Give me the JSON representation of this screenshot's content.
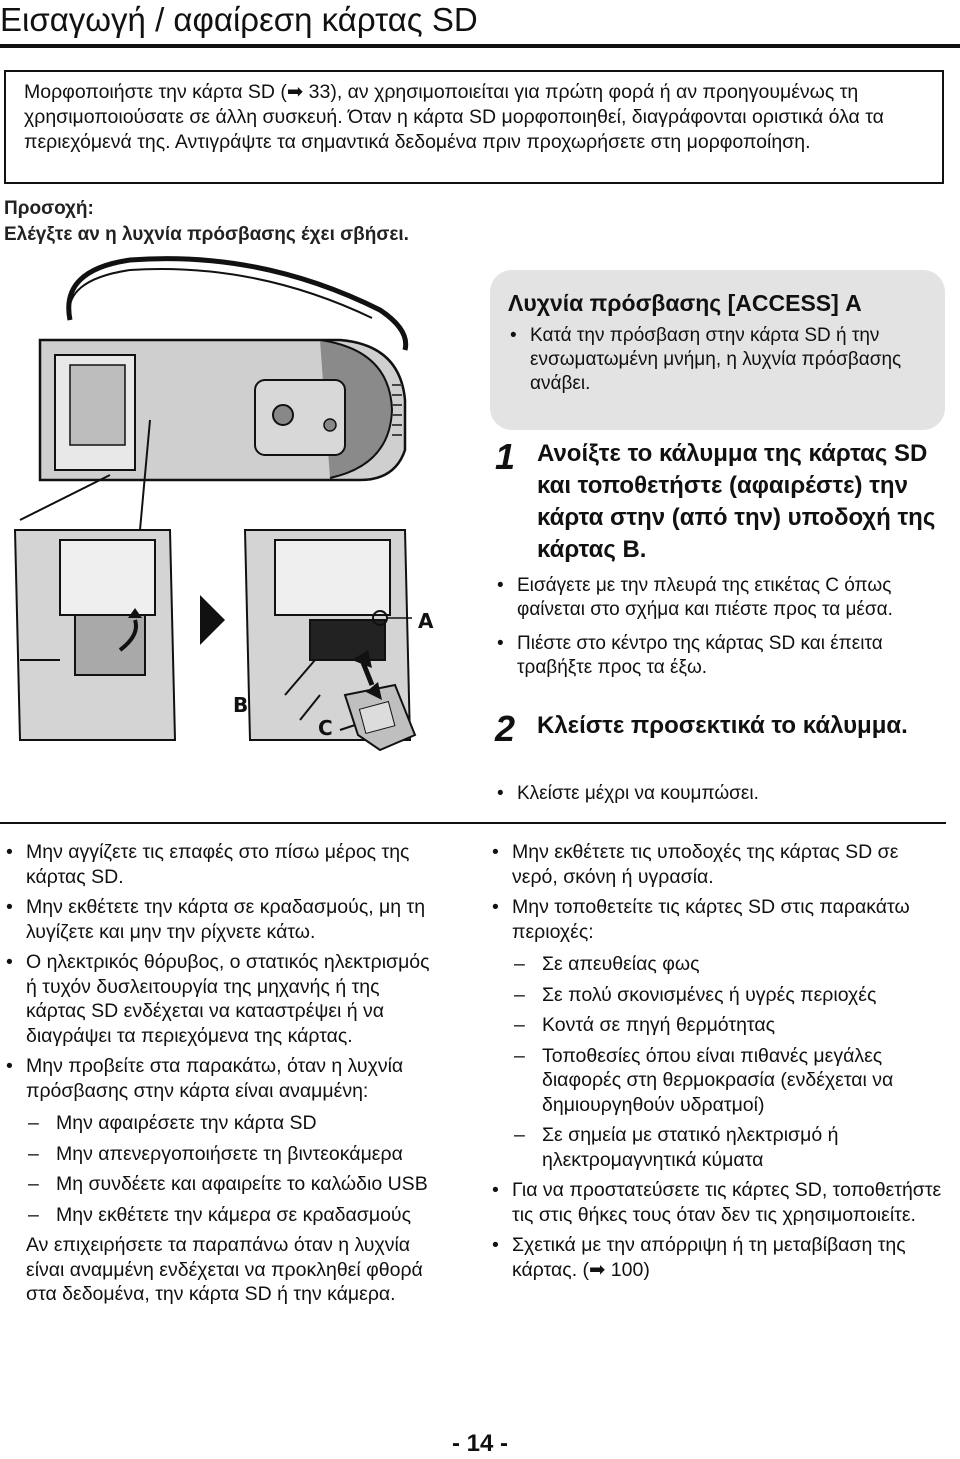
{
  "title": "Εισαγωγή / αφαίρεση κάρτας SD",
  "notice": "Μορφοποιήστε την κάρτα SD (➡ 33), αν χρησιμοποιείται για πρώτη φορά ή αν προηγουμένως τη χρησιμοποιούσατε σε άλλη συσκευή. Όταν η κάρτα SD μορφοποιηθεί, διαγράφονται οριστικά όλα τα περιεχόμενά της. Αντιγράψτε τα σημαντικά δεδομένα πριν προχωρήσετε στη μορφοποίηση.",
  "caution": {
    "label": "Προσοχή:",
    "text": "Ελέγξτε αν η λυχνία πρόσβασης έχει σβήσει."
  },
  "access": {
    "title": "Λυχνία πρόσβασης [ACCESS] A",
    "bullet": "Κατά την πρόσβαση στην κάρτα SD ή την ενσωματωμένη μνήμη, η λυχνία πρόσβασης ανάβει."
  },
  "figure": {
    "label_a": "A",
    "label_b": "B",
    "label_c": "C"
  },
  "step1": {
    "number": "1",
    "heading": "Ανοίξτε το κάλυμμα της κάρτας SD και τοποθετήστε (αφαιρέστε) την κάρτα στην (από την) υποδοχή της κάρτας B.",
    "bullets": [
      "Εισάγετε με την πλευρά της ετικέτας C όπως φαίνεται στο σχήμα και πιέστε προς τα μέσα.",
      "Πιέστε στο κέντρο της κάρτας SD και έπειτα τραβήξτε προς τα έξω."
    ]
  },
  "step2": {
    "number": "2",
    "heading": "Κλείστε προσεκτικά το κάλυμμα.",
    "bullets": [
      "Κλείστε μέχρι να κουμπώσει."
    ]
  },
  "left_col": {
    "bullets": [
      "Μην αγγίζετε τις επαφές στο πίσω μέρος της κάρτας SD.",
      "Μην εκθέτετε την κάρτα σε κραδασμούς, μη τη λυγίζετε και μην την ρίχνετε κάτω.",
      "Ο ηλεκτρικός θόρυβος, ο στατικός ηλεκτρισμός ή τυχόν δυσλειτουργία της μηχανής ή της κάρτας SD ενδέχεται να καταστρέψει ή να διαγράψει τα περιεχόμενα της κάρτας.",
      "Μην προβείτε στα παρακάτω, όταν η λυχνία πρόσβασης στην κάρτα είναι αναμμένη:"
    ],
    "dashes": [
      "Μην αφαιρέσετε την κάρτα SD",
      "Μην απενεργοποιήσετε τη βιντεοκάμερα",
      "Μη συνδέετε και αφαιρείτε το καλώδιο USB",
      "Μην εκθέτετε την κάμερα σε κραδασμούς"
    ],
    "footer": "Αν επιχειρήσετε τα παραπάνω όταν η λυχνία είναι αναμμένη ενδέχεται να προκληθεί φθορά στα δεδομένα, την κάρτα SD ή την κάμερα."
  },
  "right_col": {
    "bullet1": "Μην εκθέτετε τις υποδοχές της κάρτας SD σε νερό, σκόνη ή υγρασία.",
    "bullet2": "Μην τοποθετείτε τις κάρτες SD στις παρακάτω περιοχές:",
    "dashes": [
      "Σε απευθείας φως",
      "Σε πολύ σκονισμένες ή υγρές περιοχές",
      "Κοντά σε πηγή θερμότητας",
      "Τοποθεσίες όπου είναι πιθανές μεγάλες διαφορές στη θερμοκρασία (ενδέχεται να δημιουργηθούν υδρατμοί)",
      "Σε σημεία με στατικό ηλεκτρισμό ή ηλεκτρομαγνητικά κύματα"
    ],
    "bullet3": "Για να προστατεύσετε τις κάρτες SD, τοποθετήστε τις στις θήκες τους όταν δεν τις χρησιμοποιείτε.",
    "bullet4": "Σχετικά με την απόρριψη ή τη μεταβίβαση της κάρτας. (➡ 100)"
  },
  "page_number": "- 14 -"
}
